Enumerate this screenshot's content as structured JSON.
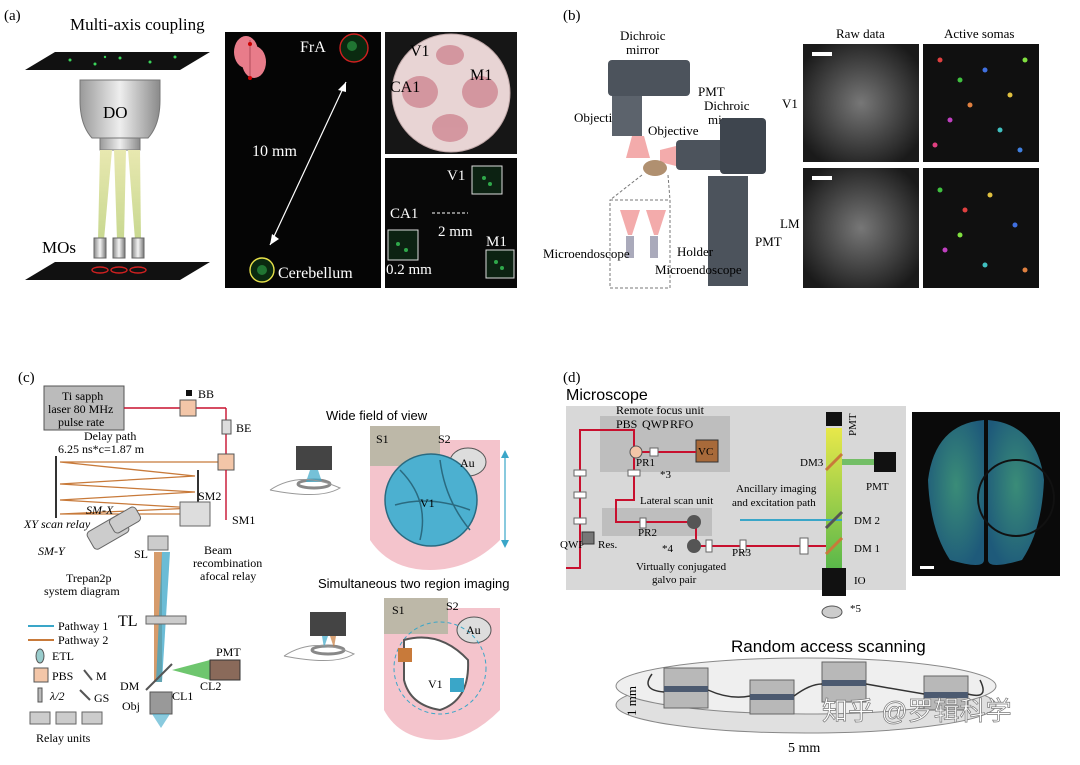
{
  "panel_a": {
    "letter": "(a)",
    "title": "Multi-axis coupling",
    "do_label": "DO",
    "mos_label": "MOs",
    "fra_label": "FrA",
    "distance_label": "10 mm",
    "cerebellum_label": "Cerebellum",
    "top_regions": [
      "V1",
      "CA1",
      "M1"
    ],
    "bottom_regions": [
      "V1",
      "CA1",
      "M1"
    ],
    "scale_2mm": "2 mm",
    "scale_02mm": "0.2 mm"
  },
  "panel_b": {
    "letter": "(b)",
    "dichroic_mirror_1": [
      "Dichroic",
      "mirror"
    ],
    "pmt_1": "PMT",
    "dichroic_mirror_2": [
      "Dichroic",
      "mirror"
    ],
    "objective_1": "Objective",
    "objective_2": "Objective",
    "microendoscope_left": "Microendoscope",
    "holder": "Holder",
    "microendoscope_right": "Microendoscope",
    "pmt_2": "PMT",
    "column_headers": [
      "Raw data",
      "Active somas"
    ],
    "row_labels": [
      "V1",
      "LM"
    ]
  },
  "panel_c": {
    "letter": "(c)",
    "laser": [
      "Ti sapph",
      "laser 80 MHz",
      "pulse rate"
    ],
    "bb": "BB",
    "be": "BE",
    "delay_path": [
      "Delay path",
      "6.25 ns*c=1.87 m"
    ],
    "sm2": "SM2",
    "sm1": "SM1",
    "sm_x": "SM-X",
    "xy_scan_relay": "XY scan relay",
    "sm_y": "SM-Y",
    "sl": "SL",
    "beam_recomb": [
      "Beam",
      "recombination",
      "afocal relay"
    ],
    "trepan": [
      "Trepan2p",
      "system diagram"
    ],
    "tl": "TL",
    "legend": [
      "Pathway 1",
      "Pathway 2",
      "ETL",
      "PBS",
      "M",
      "λ/2",
      "GS",
      "Relay units"
    ],
    "dm": "DM",
    "obj": "Obj",
    "cl1": "CL1",
    "cl2": "CL2",
    "pmt": "PMT",
    "wide_title": "Wide field of view",
    "two_title": "Simultaneous two region imaging",
    "regions": [
      "S1",
      "S2",
      "Au",
      "V1"
    ]
  },
  "panel_d": {
    "letter": "(d)",
    "microscope": "Microscope",
    "remote_focus": "Remote focus unit",
    "pbs_qwp_rfo": [
      "PBS",
      "QWP",
      "RFO"
    ],
    "vc": "VC",
    "star3": "*3",
    "pr1": "PR1",
    "lateral": "Lateral scan unit",
    "pr2": "PR2",
    "star4": "*4",
    "pr3": "PR3",
    "virtually": [
      "Virtually conjugated",
      "galvo pair"
    ],
    "qwp": "QWP",
    "res": "Res.",
    "pmt_top": "PMT",
    "pmt_right": "PMT",
    "dm3": "DM3",
    "dm2": "DM 2",
    "dm1": "DM 1",
    "io": "IO",
    "star5": "*5",
    "ancillary": [
      "Ancillary imaging",
      "and excitation path"
    ],
    "random_title": "Random access scanning",
    "one_mm": "1 mm",
    "five_mm": "5 mm"
  },
  "watermark": "知乎 @罗辑科学",
  "colors": {
    "pathway1": "#3aa6c8",
    "pathway2": "#c87a3a",
    "laser_red": "#c8102e",
    "panel_gray": "#d8d8d8",
    "brain_green": "#3c8a5c"
  }
}
